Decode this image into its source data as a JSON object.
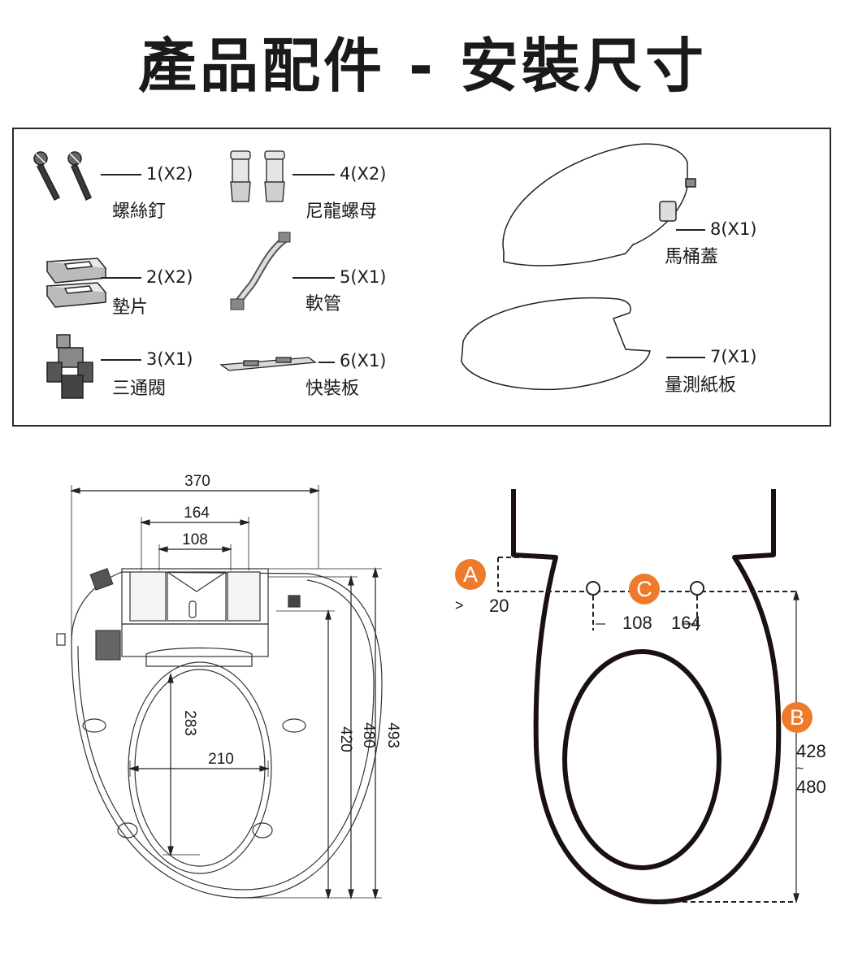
{
  "title": "產品配件 - 安裝尺寸",
  "parts": [
    {
      "qty": "1(X2)",
      "name": "螺絲釘"
    },
    {
      "qty": "2(X2)",
      "name": "墊片"
    },
    {
      "qty": "3(X1)",
      "name": "三通閥"
    },
    {
      "qty": "4(X2)",
      "name": "尼龍螺母"
    },
    {
      "qty": "5(X1)",
      "name": "軟管"
    },
    {
      "qty": "6(X1)",
      "name": "快裝板"
    },
    {
      "qty": "8(X1)",
      "name": "馬桶蓋"
    },
    {
      "qty": "7(X1)",
      "name": "量測紙板"
    }
  ],
  "left_dims": {
    "width_total": "370",
    "width_164": "164",
    "width_108": "108",
    "h_283": "283",
    "w_210": "210",
    "h_420": "420",
    "h_480": "480",
    "h_493": "493"
  },
  "right": {
    "badge_a": "A",
    "badge_b": "B",
    "badge_c": "C",
    "a_prefix": ">",
    "a_value": "20",
    "c_108": "108",
    "c_164": "164",
    "b_min": "428",
    "b_tilde": "~",
    "b_max": "480"
  },
  "colors": {
    "badge": "#ee7a2c",
    "line": "#222222",
    "seat": "#1a1010"
  }
}
